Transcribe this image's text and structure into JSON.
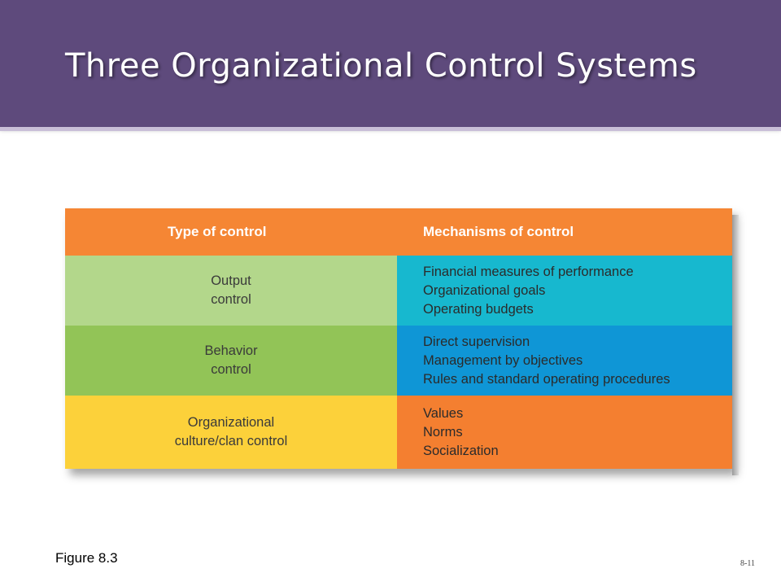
{
  "slide": {
    "title": "Three Organizational Control Systems",
    "figure_label": "Figure 8.3",
    "slide_number": "8-11"
  },
  "table": {
    "headers": [
      "Type of control",
      "Mechanisms of control"
    ],
    "rows": [
      {
        "type": [
          "Output",
          "control"
        ],
        "mechanisms": [
          "Financial measures of performance",
          "Organizational goals",
          "Operating budgets"
        ]
      },
      {
        "type": [
          "Behavior",
          "control"
        ],
        "mechanisms": [
          "Direct supervision",
          "Management by objectives",
          "Rules and standard operating procedures"
        ]
      },
      {
        "type": [
          "Organizational",
          "culture/clan control"
        ],
        "mechanisms": [
          "Values",
          "Norms",
          "Socialization"
        ]
      }
    ]
  },
  "colors": {
    "title_band": "#5e4a7c",
    "header": "#f58634",
    "row1_left": "#b3d78b",
    "row1_right": "#17b8cf",
    "row2_left": "#92c457",
    "row2_right": "#0f96d6",
    "row3_left": "#fcd13a",
    "row3_right": "#f47f30"
  }
}
